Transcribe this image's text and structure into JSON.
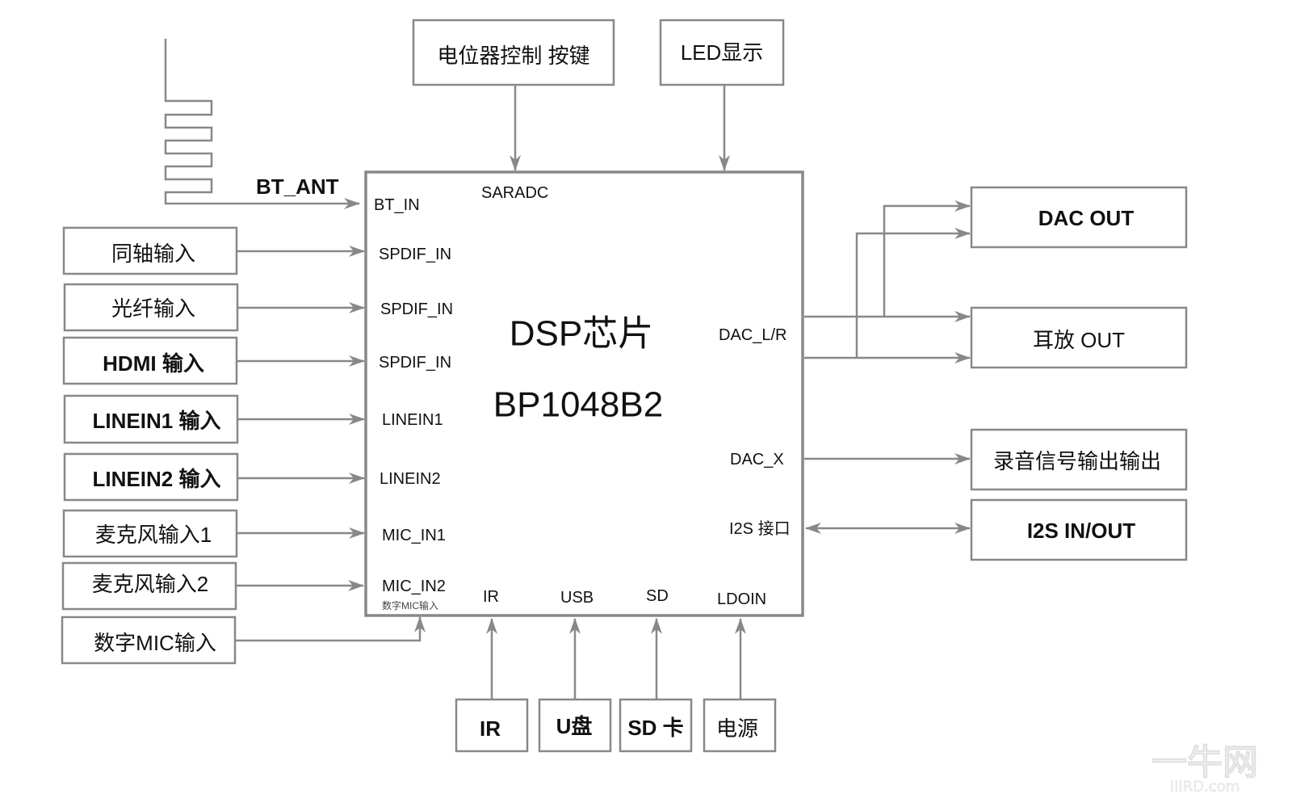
{
  "diagram": {
    "chip": {
      "title_line1": "DSP芯片",
      "title_line2": "BP1048B2",
      "pins": {
        "bt_in": "BT_IN",
        "saradc": "SARADC",
        "spdif_in_1": "SPDIF_IN",
        "spdif_in_2": "SPDIF_IN",
        "spdif_in_3": "SPDIF_IN",
        "linein1": "LINEIN1",
        "linein2": "LINEIN2",
        "mic_in1": "MIC_IN1",
        "mic_in2": "MIC_IN2",
        "mic_in2_note": "数字MIC输入",
        "ir": "IR",
        "usb": "USB",
        "sd": "SD",
        "ldoin": "LDOIN",
        "dac_lr": "DAC_L/R",
        "dac_x": "DAC_X",
        "i2s": "I2S 接口"
      }
    },
    "antenna": {
      "label": "BT_ANT"
    },
    "top_blocks": [
      {
        "id": "pot-keys",
        "label": "电位器控制 按键"
      },
      {
        "id": "led-display",
        "label": "LED显示"
      }
    ],
    "left_blocks": [
      {
        "id": "coax-input",
        "label": "同轴输入"
      },
      {
        "id": "optical-input",
        "label": "光纤输入"
      },
      {
        "id": "hdmi-input",
        "label": "HDMI 输入"
      },
      {
        "id": "linein1-input",
        "label": "LINEIN1 输入"
      },
      {
        "id": "linein2-input",
        "label": "LINEIN2 输入"
      },
      {
        "id": "mic1-input",
        "label": "麦克风输入1"
      },
      {
        "id": "mic2-input",
        "label": "麦克风输入2"
      },
      {
        "id": "digital-mic-input",
        "label": "数字MIC输入"
      }
    ],
    "right_blocks": [
      {
        "id": "dac-out",
        "label": "DAC OUT"
      },
      {
        "id": "headphone-out",
        "label": "耳放 OUT"
      },
      {
        "id": "record-out",
        "label": "录音信号输出输出"
      },
      {
        "id": "i2s-inout",
        "label": "I2S IN/OUT"
      }
    ],
    "bottom_blocks": [
      {
        "id": "ir",
        "label": "IR"
      },
      {
        "id": "usb-disk",
        "label": "U盘"
      },
      {
        "id": "sd-card",
        "label": "SD 卡"
      },
      {
        "id": "power",
        "label": "电源"
      }
    ],
    "watermark": {
      "line1": "一牛网",
      "line2": "IIIRD.com"
    }
  }
}
